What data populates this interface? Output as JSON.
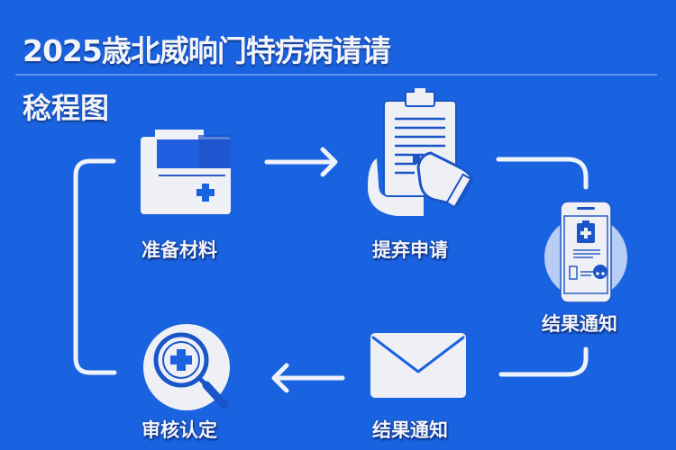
{
  "header": {
    "title": "2025歳北威晌门特疠病请请",
    "subtitle": "稔程图"
  },
  "colors": {
    "background": "#1a63e0",
    "foreground": "#f1f3f8",
    "accent_dark": "#1a55c8",
    "divider": "#5b93ec",
    "halo": "#b7cdf3"
  },
  "steps": [
    {
      "label": "准备材料",
      "icon": "folder-medical-icon"
    },
    {
      "label": "提弃申请",
      "icon": "clipboard-hand-icon"
    },
    {
      "label": "结果通知",
      "icon": "phone-medical-icon"
    },
    {
      "label": "结果通知",
      "icon": "envelope-icon"
    },
    {
      "label": "审核认定",
      "icon": "magnifier-medical-icon"
    }
  ],
  "connectors": [
    {
      "from": 0,
      "to": 1,
      "icon": "arrow-right-icon"
    },
    {
      "from": 1,
      "to": 2,
      "icon": "connector-bracket-right-top"
    },
    {
      "from": 2,
      "to": 3,
      "icon": "connector-bracket-right-bottom"
    },
    {
      "from": 3,
      "to": 4,
      "icon": "arrow-left-icon"
    },
    {
      "from": 4,
      "to": 0,
      "icon": "connector-bracket-left"
    }
  ]
}
